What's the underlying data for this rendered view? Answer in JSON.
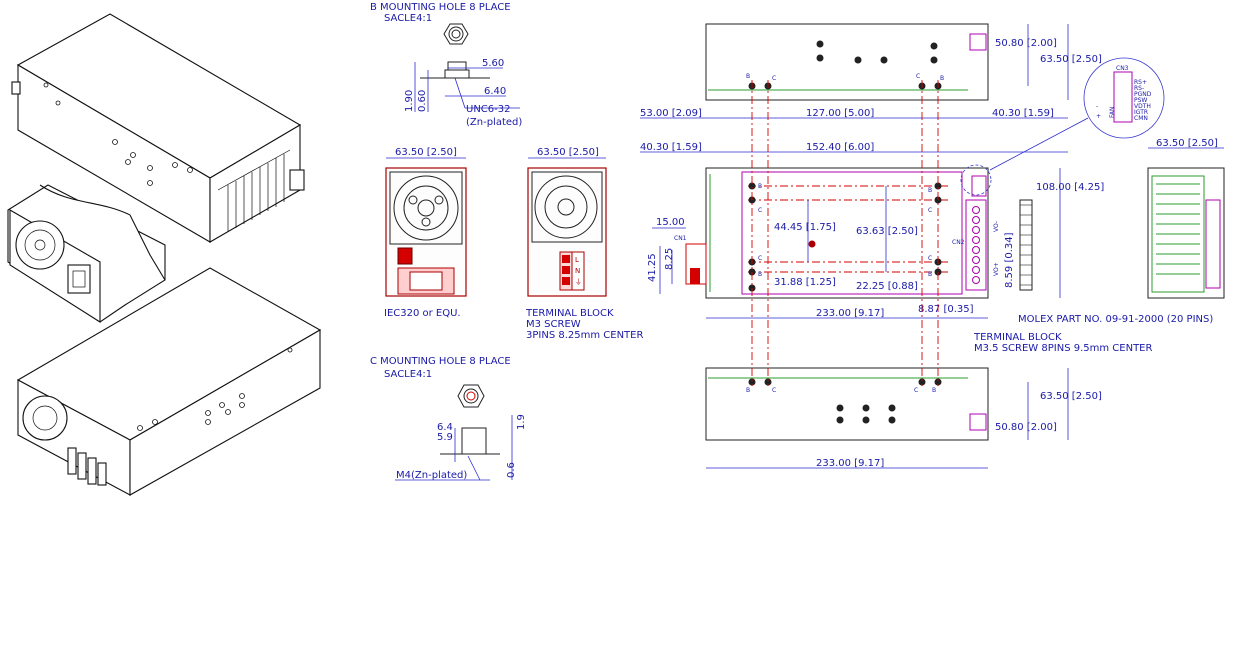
{
  "mounting_b": {
    "title": "B MOUNTING HOLE 8 PLACE",
    "scale": "SACLE4:1",
    "dim_560": "5.60",
    "dim_640": "6.40",
    "dim_190": "1.90",
    "dim_060": "0.60",
    "thread": "UNC6-32",
    "plating": "(Zn-plated)"
  },
  "mounting_c": {
    "title": "C MOUNTING HOLE 8 PLACE",
    "scale": "SACLE4:1",
    "dim_64": "6.4",
    "dim_59": "5.9",
    "dim_19": "1.9",
    "dim_06": "0.6",
    "thread": "M4(Zn-plated)"
  },
  "end_view_left": {
    "width": "63.50 [2.50]",
    "caption": "IEC320 or EQU."
  },
  "end_view_right": {
    "width": "63.50 [2.50]",
    "caption_line1": "TERMINAL BLOCK",
    "caption_line2": "M3 SCREW",
    "caption_line3": "3PINS 8.25mm CENTER",
    "pins": [
      "L",
      "N",
      "⏚"
    ]
  },
  "top_view": {
    "dim_height_inner": "50.80 [2.00]",
    "dim_height_outer": "63.50 [2.50]",
    "dim_left_offset": "53.00 [2.09]",
    "dim_hole_span": "127.00 [5.00]",
    "dim_right_offset": "40.30 [1.59]"
  },
  "main_view": {
    "dim_left_offset": "40.30 [1.59]",
    "dim_hole_span": "152.40 [6.00]",
    "dim_total_height": "108.00 [4.25]",
    "dim_1500": "15.00",
    "dim_825": "8.25",
    "dim_4125": "41.25",
    "dim_4445": "44.45 [1.75]",
    "dim_6363": "63.63 [2.50]",
    "dim_3188": "31.88 [1.25]",
    "dim_2225": "22.25 [0.88]",
    "dim_859": "8.59 [0.34]",
    "dim_887": "8.87 [0.35]",
    "dim_total_length": "233.00 [9.17]",
    "cn1": "CN1",
    "cn2": "CN2",
    "vo_minus": "VO-",
    "vo_plus": "VO+",
    "tb_caption_line1": "TERMINAL BLOCK",
    "tb_caption_line2": "M3.5 SCREW 8PINS 9.5mm CENTER",
    "molex": "MOLEX PART NO. 09-91-2000 (20 PINS)"
  },
  "cn3_detail": {
    "title": "CN3",
    "fan": "FAN",
    "plus": "+",
    "minus": "-",
    "pins": [
      "RS+",
      "RS-",
      "PGND",
      "PSW",
      "VDTH",
      "IGTR",
      "CMN"
    ]
  },
  "bottom_view": {
    "dim_height_outer": "63.50 [2.50]",
    "dim_height_inner": "50.80 [2.00]",
    "dim_total_length": "233.00 [9.17]"
  },
  "side_view": {
    "width": "63.50 [2.50]"
  },
  "hole_labels": {
    "b": "B",
    "c": "C"
  },
  "colors": {
    "dimension": "#2a2ad0",
    "centerline": "#d40000",
    "outline": "#222222",
    "pcb": "#2e9a2e",
    "connector": "#b000b0"
  }
}
